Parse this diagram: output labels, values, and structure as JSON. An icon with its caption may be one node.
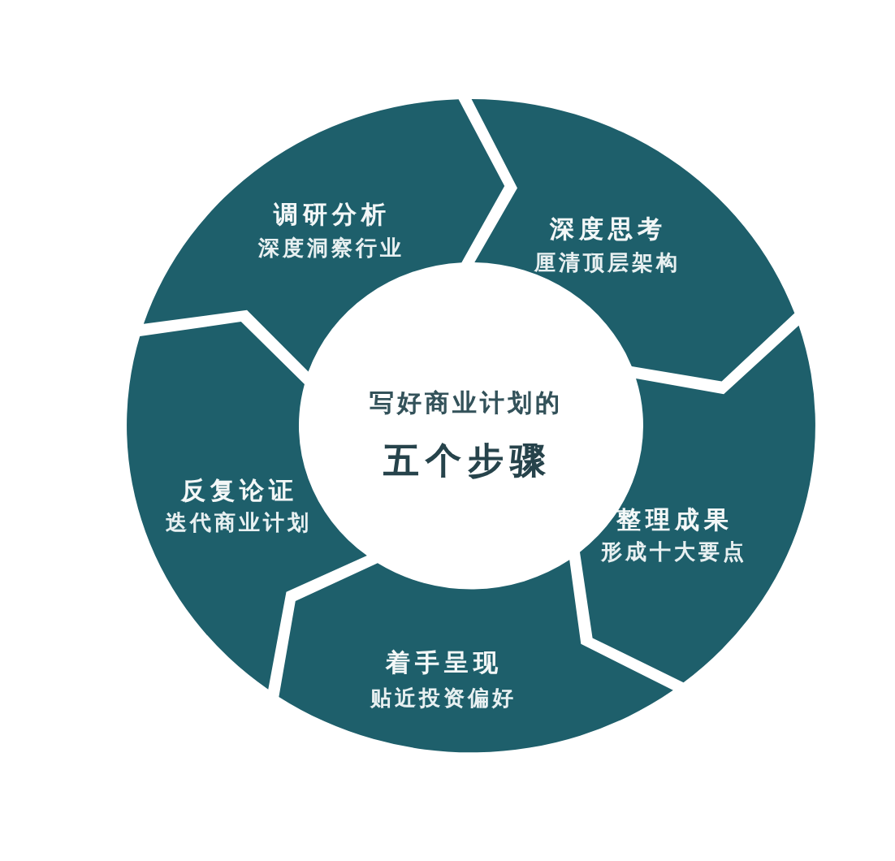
{
  "diagram": {
    "nodes": [
      {
        "text": [
          "调研分析",
          "深度洞察行业"
        ]
      },
      {
        "text": [
          "深度思考",
          "厘清顶层架构"
        ]
      },
      {
        "text": [
          "写好商业计划的",
          "五个步骤"
        ]
      },
      {
        "text": [
          "反复论证",
          "迭代商业计划"
        ]
      },
      {
        "text": [
          "整理成果",
          "形成十大要点"
        ]
      },
      {
        "text": [
          "着手呈现",
          "贴近投资偏好"
        ]
      }
    ]
  }
}
